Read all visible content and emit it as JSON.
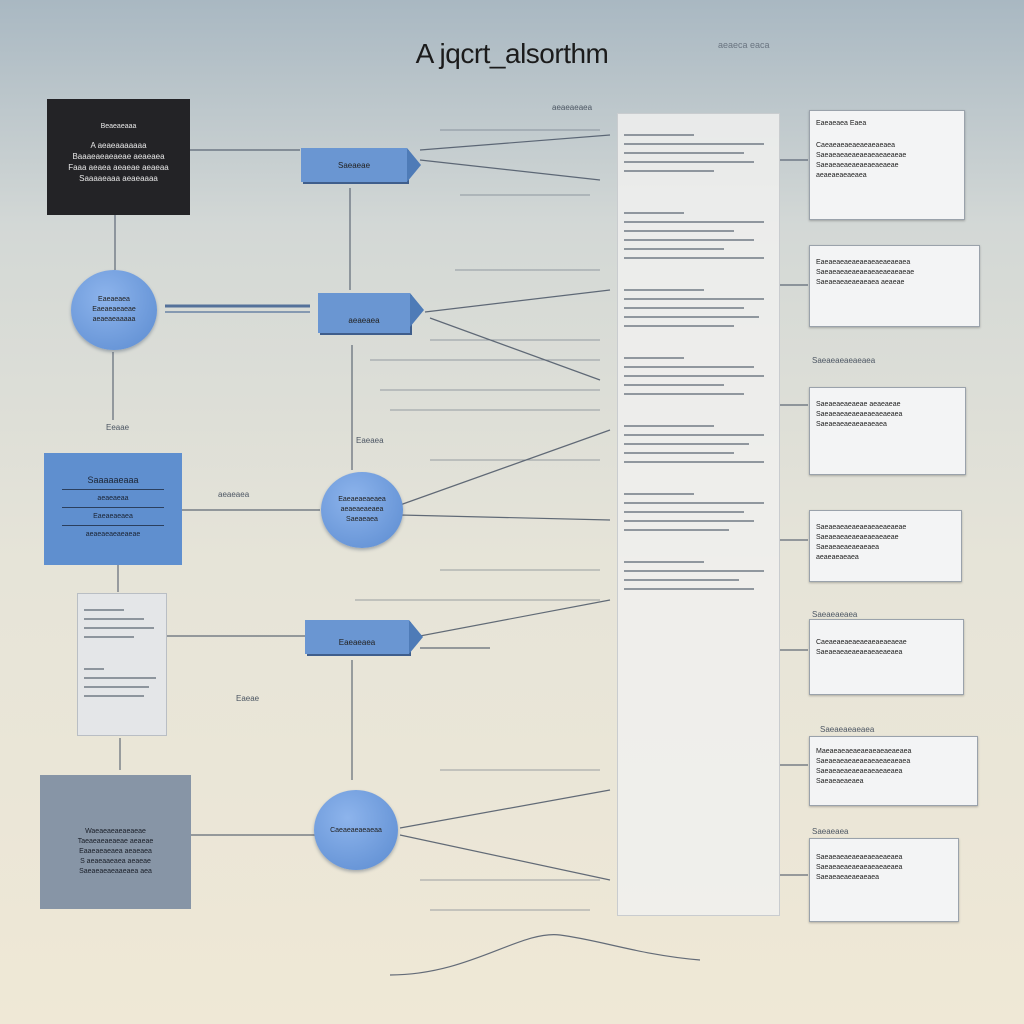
{
  "title": "A jqcrt_alsorthm",
  "top_note": "aeaeca eaca",
  "left_column": {
    "dark_box": {
      "heading": "Beaeaeaaa",
      "lines": [
        "A aeaeaaaaaaa",
        "Baaaeaeaeaeae aeaeaea",
        "Faaa aeaea aeaeae aeaeaa",
        "Saaaaeaaa aeaeaaaa"
      ]
    },
    "circle_1": [
      "Eaeaeaea",
      "Eaeaeaeaeae",
      "aeaeaeaaaaa"
    ],
    "tag_1": "Eeaae",
    "blue_box": {
      "heading": "Saaaaaeaaa",
      "lines": [
        "aeaeaeaa",
        "Eaeaeaeaea",
        "aeaeaeaeaeaeae"
      ]
    },
    "slate_box": {
      "lines": [
        "Waeaeaeaeaeaeae",
        "Taeaeaeaeaeae aeaeae",
        "Eaaeaeaeaea aeaeaea",
        "S aeaeaaeaea aeaeae",
        "Saeaeaeaeaaeaea aea"
      ]
    }
  },
  "middle_column": {
    "arrow_1": "Saeaeae",
    "arrow_2": "aeaeaea",
    "arrow_3": "Eaeaeaea",
    "circle_2": [
      "Eaeaeaeaeaea",
      "aeaeaeaeaea",
      "Saeaeaea"
    ],
    "circle_3": [
      "Caeaeaeaeaeaa"
    ],
    "tag_a": "aeaeaeaea",
    "tag_b": "Eaeaea",
    "tag_c": "aeaeaea",
    "tag_d": "Eaeae"
  },
  "right_cards": [
    {
      "heading": "Eaeaeaea Eaea",
      "lines": [
        "Caeaeaeaeaeaeaeaeaea",
        "Saeaeaeaeaeaeaeaeaeaeae",
        "Saeaeaeaeaeaeaeaeaeae",
        "aeaeaeaeaeaea"
      ]
    },
    {
      "heading": "",
      "lines": [
        "Eaeaeaeaeaeaeaeaeaeaeaea",
        "Saeaeaeaeaeaeaeaeaeaeaeae",
        "Saeaeaeaeaeaeaea aeaeae"
      ]
    },
    {
      "heading": "Saeaeaeaeaeaea",
      "lines": [
        "Saeaeaeaeaeae aeaeaeae",
        "Saeaeaeaeaeaeaeaeaeaea",
        "Saeaeaeaeaeaeaeaea"
      ]
    },
    {
      "heading": "",
      "lines": [
        "Saeaeaeaeaeaeaeaeaeaeae",
        "Saeaeaeaeaeaeaeaeaeae",
        "Saeaeaeaeaeaeaea",
        "aeaeaeaeaea"
      ]
    },
    {
      "heading": "Saeaeaeaea",
      "lines": [
        "Caeaeaeaeaeaeaeaeaeaeae",
        "Saeaeaeaeaeaeaeaeaeaea"
      ]
    },
    {
      "heading": "Saeaeaeaeaea",
      "lines": [
        "Maeaeaeaeaeaeaeaeaeaeaea",
        "Saeaeaeaeaeaeaeaeaeaeaea",
        "Saeaeaeaeaeaeaeaeaeaea",
        "Saeaeaeaeaea"
      ]
    },
    {
      "heading": "Saeaeaea",
      "lines": [
        "Saeaeaeaeaeaeaeaeaeaea",
        "Saeaeaeaeaeaeaeaeaeaea",
        "Saeaeaeaeaeaeaea"
      ]
    }
  ],
  "colors": {
    "dark": "#232326",
    "blue": "#5f8fcf",
    "slate": "#8795a6",
    "line": "#4a5566"
  }
}
